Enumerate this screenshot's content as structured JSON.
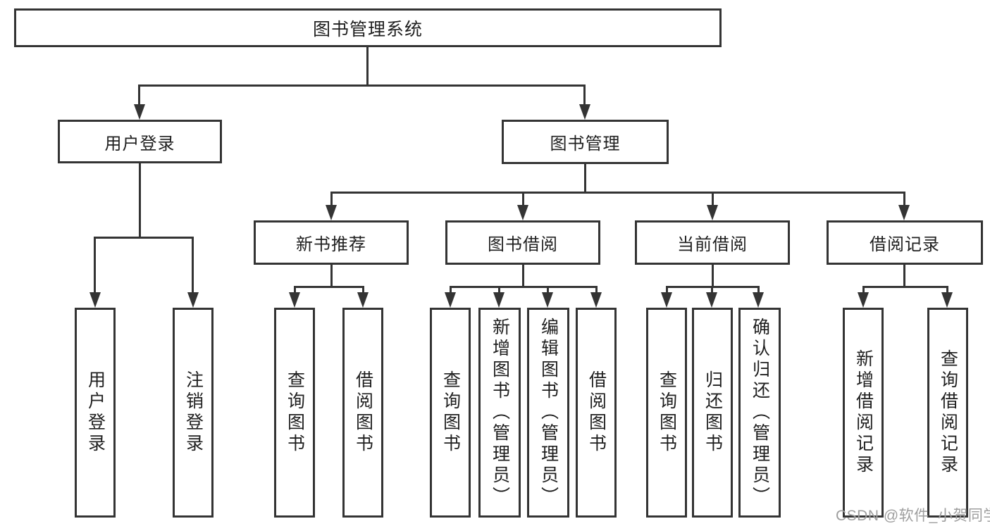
{
  "diagram": {
    "root": {
      "label": "图书管理系统"
    },
    "level2": {
      "user_login": {
        "label": "用户登录"
      },
      "book_management": {
        "label": "图书管理"
      }
    },
    "level3": {
      "new_book": {
        "label": "新书推荐"
      },
      "book_borrow": {
        "label": "图书借阅"
      },
      "current_borrow": {
        "label": "当前借阅"
      },
      "borrow_records": {
        "label": "借阅记录"
      }
    },
    "leaves": {
      "user_login": [
        "用户登录",
        "注销登录"
      ],
      "new_book": [
        "查询图书",
        "借阅图书"
      ],
      "book_borrow": [
        "查询图书",
        "新增图书（管理员）",
        "编辑图书（管理员）",
        "借阅图书"
      ],
      "current_borrow": [
        "查询图书",
        "归还图书",
        "确认归还（管理员）"
      ],
      "borrow_records": [
        "新增借阅记录",
        "查询借阅记录"
      ]
    }
  },
  "watermark": {
    "text": "CSDN @软件_小贺同学"
  },
  "colors": {
    "line": "#343434",
    "text": "#1f1f1f",
    "watermark": "#9e9e9e",
    "background": "#ffffff"
  }
}
